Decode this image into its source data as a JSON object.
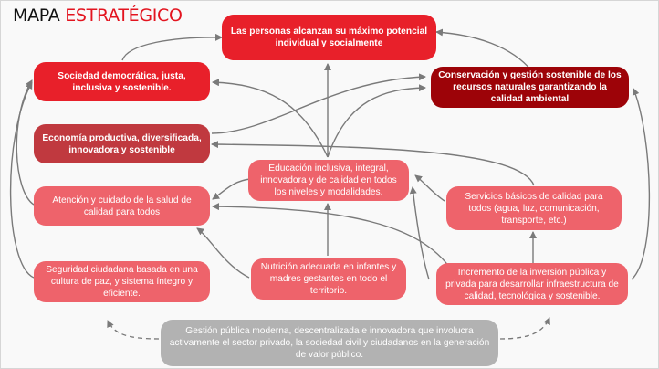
{
  "title": {
    "part1": "MAPA",
    "part2": "ESTRATÉGICO"
  },
  "colors": {
    "title_accent": "#e3141f",
    "primary_red": "#e8202a",
    "dark_red": "#9d0308",
    "mid_red": "#c0393f",
    "pink": "#ee636b",
    "gray": "#b2b2b2",
    "arrow": "#7a7a7a"
  },
  "nodes": {
    "personas": "Las personas alcanzan su máximo potencial individual y socialmente",
    "sociedad": "Sociedad democrática, justa, inclusiva y sostenible.",
    "conservacion": "Conservación y gestión sostenible de los recursos naturales garantizando la calidad ambiental",
    "economia": "Economía productiva, diversificada, innovadora y sostenible",
    "educacion": "Educación inclusiva, integral, innovadora y de calidad en todos los niveles y modalidades.",
    "salud": "Atención y cuidado de la salud de calidad para todos",
    "servicios": "Servicios básicos de calidad para todos (agua, luz, comunicación, transporte, etc.)",
    "seguridad": "Seguridad ciudadana basada en una cultura de paz, y sistema íntegro y eficiente.",
    "nutricion": "Nutrición adecuada en infantes y madres gestantes en todo el territorio.",
    "inversion": "Incremento de la inversión pública y privada para desarrollar infraestructura de calidad, tecnológica y sostenible.",
    "gestion": "Gestión pública moderna, descentralizada e innovadora que involucra activamente el sector privado, la sociedad civil y ciudadanos en la generación de valor público."
  }
}
